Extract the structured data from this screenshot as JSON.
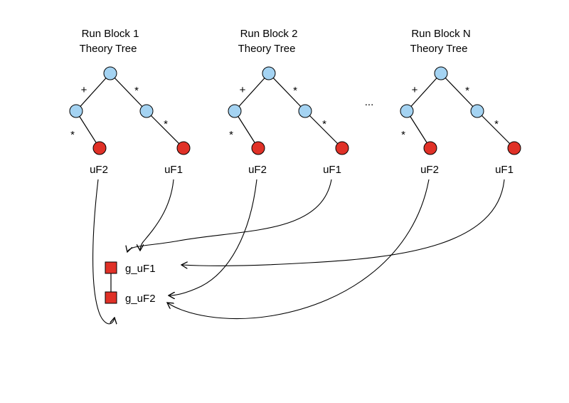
{
  "diagram": {
    "blocks": [
      {
        "title_line1": "Run Block 1",
        "title_line2": "Theory Tree",
        "op_root_left": "+",
        "op_root_right": "*",
        "op_left_leaf": "*",
        "op_right_leaf": "*",
        "leaf_left_label": "uF2",
        "leaf_right_label": "uF1"
      },
      {
        "title_line1": "Run Block 2",
        "title_line2": "Theory Tree",
        "op_root_left": "+",
        "op_root_right": "*",
        "op_left_leaf": "*",
        "op_right_leaf": "*",
        "leaf_left_label": "uF2",
        "leaf_right_label": "uF1"
      },
      {
        "title_line1": "Run Block N",
        "title_line2": "Theory Tree",
        "op_root_left": "+",
        "op_root_right": "*",
        "op_left_leaf": "*",
        "op_right_leaf": "*",
        "leaf_left_label": "uF2",
        "leaf_right_label": "uF1"
      }
    ],
    "ellipsis": "...",
    "gather": {
      "row1_label": "g_uF1",
      "row2_label": "g_uF2"
    },
    "arrows": [
      {
        "from": "block1-uF2",
        "to": "g_uF2"
      },
      {
        "from": "block1-uF1",
        "to": "g_uF1"
      },
      {
        "from": "block2-uF1",
        "to": "g_uF1"
      },
      {
        "from": "blockN-uF1",
        "to": "g_uF1"
      },
      {
        "from": "block2-uF2",
        "to": "g_uF2"
      },
      {
        "from": "blockN-uF2",
        "to": "g_uF2"
      }
    ],
    "colors": {
      "internal_node": "#A4D3F2",
      "leaf_node": "#E03127",
      "gather_square": "#E03127",
      "stroke": "#000000",
      "background": "#FFFFFF"
    }
  }
}
